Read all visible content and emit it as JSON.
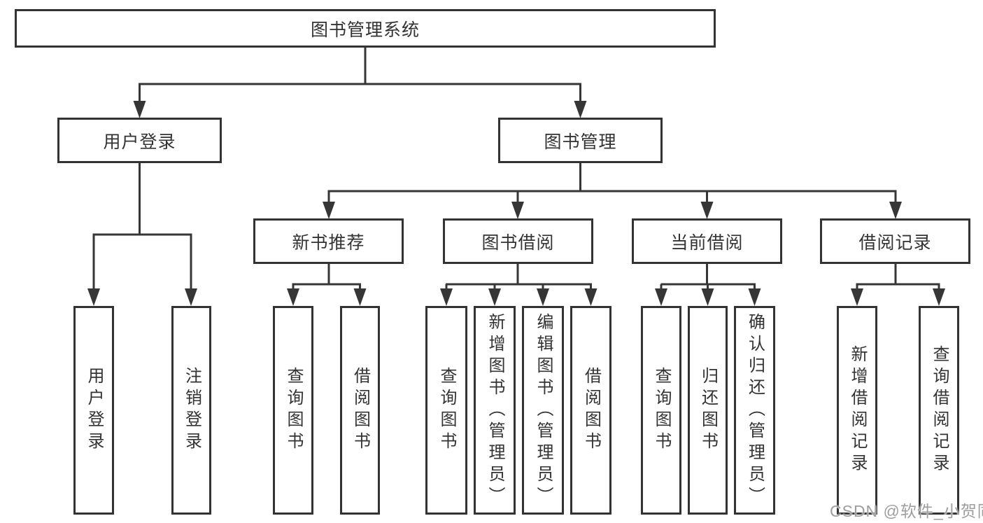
{
  "colors": {
    "background": "#ffffff",
    "line": "#363636",
    "box_border": "#333333",
    "text": "#333333",
    "watermark": "#9e9e9e"
  },
  "diagram": {
    "root": {
      "label": "图书管理系统"
    },
    "level2": [
      {
        "label": "用户登录",
        "children": [
          {
            "label": "用户登录"
          },
          {
            "label": "注销登录"
          }
        ]
      },
      {
        "label": "图书管理",
        "children": [
          {
            "label": "新书推荐",
            "children": [
              {
                "label": "查询图书"
              },
              {
                "label": "借阅图书"
              }
            ]
          },
          {
            "label": "图书借阅",
            "children": [
              {
                "label": "查询图书"
              },
              {
                "label": "新增图书（管理员）"
              },
              {
                "label": "编辑图书（管理员）"
              },
              {
                "label": "借阅图书"
              }
            ]
          },
          {
            "label": "当前借阅",
            "children": [
              {
                "label": "查询图书"
              },
              {
                "label": "归还图书"
              },
              {
                "label": "确认归还（管理员）"
              }
            ]
          },
          {
            "label": "借阅记录",
            "children": [
              {
                "label": "新增借阅记录"
              },
              {
                "label": "查询借阅记录"
              }
            ]
          }
        ]
      }
    ]
  },
  "watermark": {
    "text": "CSDN @软件_小贺同学"
  }
}
